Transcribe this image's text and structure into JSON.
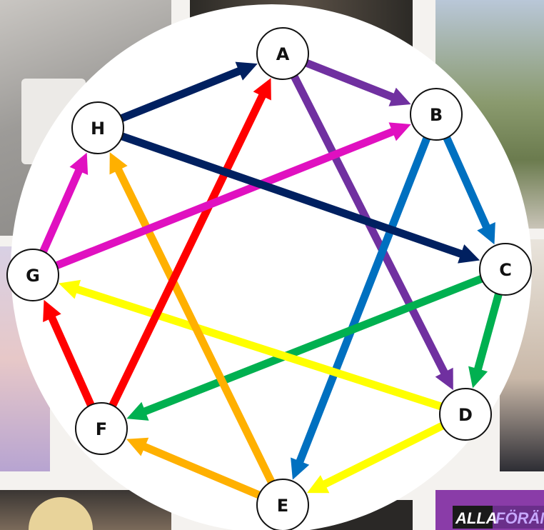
{
  "diagram": {
    "nodes": [
      {
        "id": "A",
        "label": "A"
      },
      {
        "id": "B",
        "label": "B"
      },
      {
        "id": "C",
        "label": "C"
      },
      {
        "id": "D",
        "label": "D"
      },
      {
        "id": "E",
        "label": "E"
      },
      {
        "id": "F",
        "label": "F"
      },
      {
        "id": "G",
        "label": "G"
      },
      {
        "id": "H",
        "label": "H"
      }
    ],
    "edges": [
      {
        "from": "A",
        "to": "B",
        "color": "#7030a0"
      },
      {
        "from": "A",
        "to": "D",
        "color": "#7030a0"
      },
      {
        "from": "B",
        "to": "C",
        "color": "#0070c0"
      },
      {
        "from": "B",
        "to": "E",
        "color": "#0070c0"
      },
      {
        "from": "C",
        "to": "D",
        "color": "#00b050"
      },
      {
        "from": "C",
        "to": "F",
        "color": "#00b050"
      },
      {
        "from": "D",
        "to": "E",
        "color": "#ffff00"
      },
      {
        "from": "D",
        "to": "G",
        "color": "#ffff00"
      },
      {
        "from": "E",
        "to": "F",
        "color": "#ffb000"
      },
      {
        "from": "E",
        "to": "H",
        "color": "#ffb000"
      },
      {
        "from": "F",
        "to": "G",
        "color": "#ff0000"
      },
      {
        "from": "F",
        "to": "A",
        "color": "#ff0000"
      },
      {
        "from": "G",
        "to": "H",
        "color": "#e010c0"
      },
      {
        "from": "G",
        "to": "B",
        "color": "#e010c0"
      },
      {
        "from": "H",
        "to": "A",
        "color": "#002060"
      },
      {
        "from": "H",
        "to": "C",
        "color": "#002060"
      }
    ]
  },
  "background": {
    "banner_part1": "ALLA",
    "banner_part2": "FÖRÄND"
  }
}
